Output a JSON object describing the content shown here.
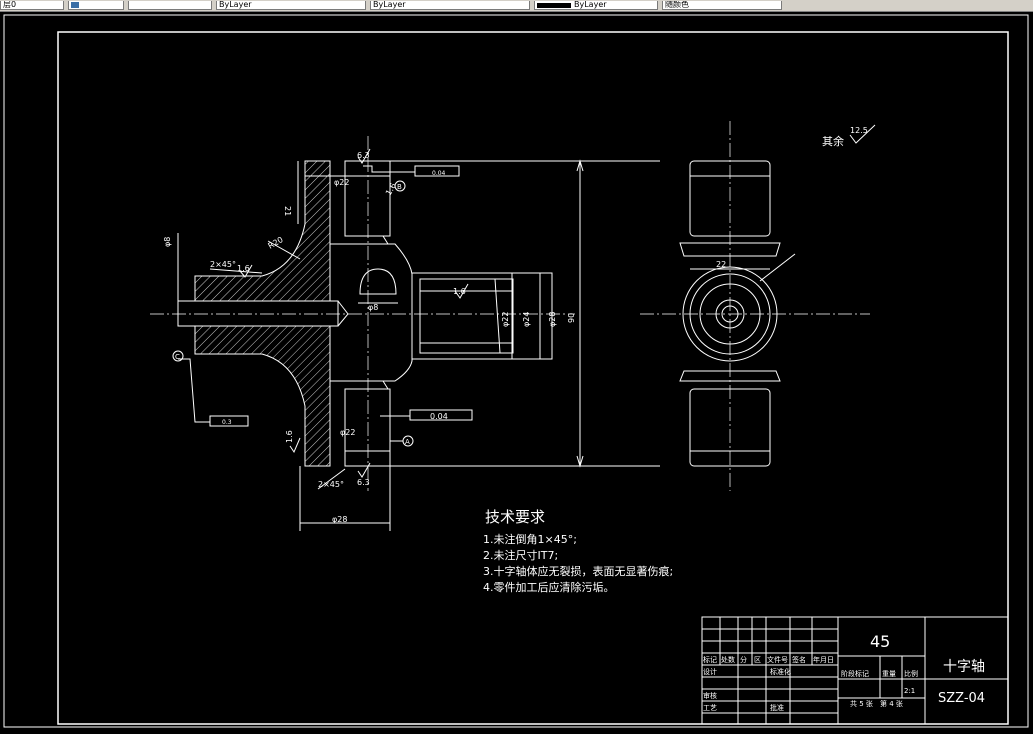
{
  "toolbar": {
    "fields": [
      "层0",
      "",
      "",
      "ByLayer",
      "ByLayer",
      "ByLayer",
      "随颜色"
    ]
  },
  "drawing": {
    "technical_requirements": {
      "title": "技术要求",
      "items": [
        "1.未注倒角1×45°;",
        "2.未注尺寸IT7;",
        "3.十字轴体应无裂损，表面无显著伤痕;",
        "4.零件加工后应清除污垢。"
      ]
    },
    "surface_finish": {
      "label": "其余",
      "value": "12.5"
    },
    "dimensions": {
      "roughness_top": "6.3",
      "roughness_bottom": "6.3",
      "dia_22_top": "φ22",
      "dia_22_bottom": "φ22",
      "tol_top": "0.04",
      "tol_bottom": "0.04",
      "len_21": "21",
      "r20": "R20",
      "chamfer_left": "2×45°",
      "chamfer_bottom": "2×45°",
      "rough_16_a": "1.6",
      "rough_16_b": "1.6",
      "rough_16_c": "1.6",
      "rough_16_d": "1.6",
      "dia_8": "φ8",
      "dia_8_left": "φ8",
      "dia_22_right": "φ22",
      "dia_24": "φ24",
      "dia_28_right": "φ28",
      "len_90": "90",
      "dia_28_bottom": "φ28",
      "dia_22_side": "22",
      "datum_a": "A",
      "datum_b": "B",
      "datum_c": "C",
      "tol_left": "0.3"
    },
    "title_block": {
      "material": "45",
      "part_name": "十字轴",
      "part_no": "SZZ-04",
      "scale": "2:1",
      "header_row": [
        "标记",
        "处数",
        "分",
        "区",
        "文件号",
        "签名",
        "年月日"
      ],
      "design": "设计",
      "standardize": "标准化",
      "stage_mark": "阶段标记",
      "weight": "重量",
      "ratio": "比例",
      "review": "审核",
      "process": "工艺",
      "approve": "批准",
      "sheets": "共 5 张",
      "sheet_no": "第 4 张"
    }
  }
}
